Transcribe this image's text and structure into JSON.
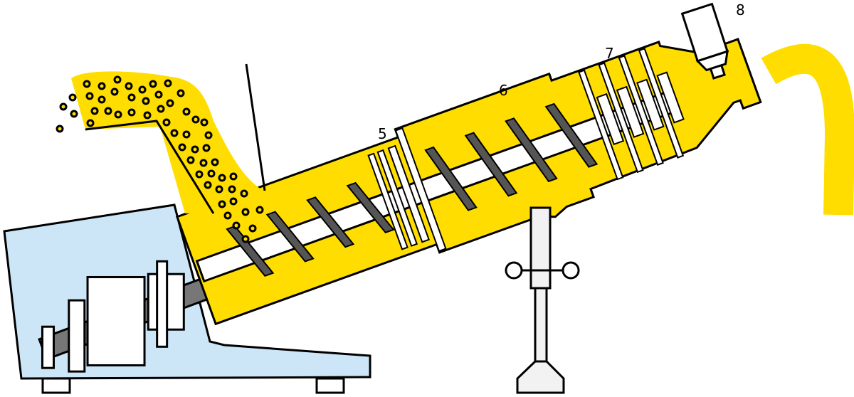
{
  "diagram": {
    "labels": {
      "section5": "5",
      "section6": "6",
      "section7": "7",
      "section8": "8"
    },
    "colors": {
      "material": "#FFDD00",
      "housing": "#CCE6F8",
      "shaft": "#777777",
      "outline": "#000000",
      "stand": "#F2F2F2"
    }
  }
}
